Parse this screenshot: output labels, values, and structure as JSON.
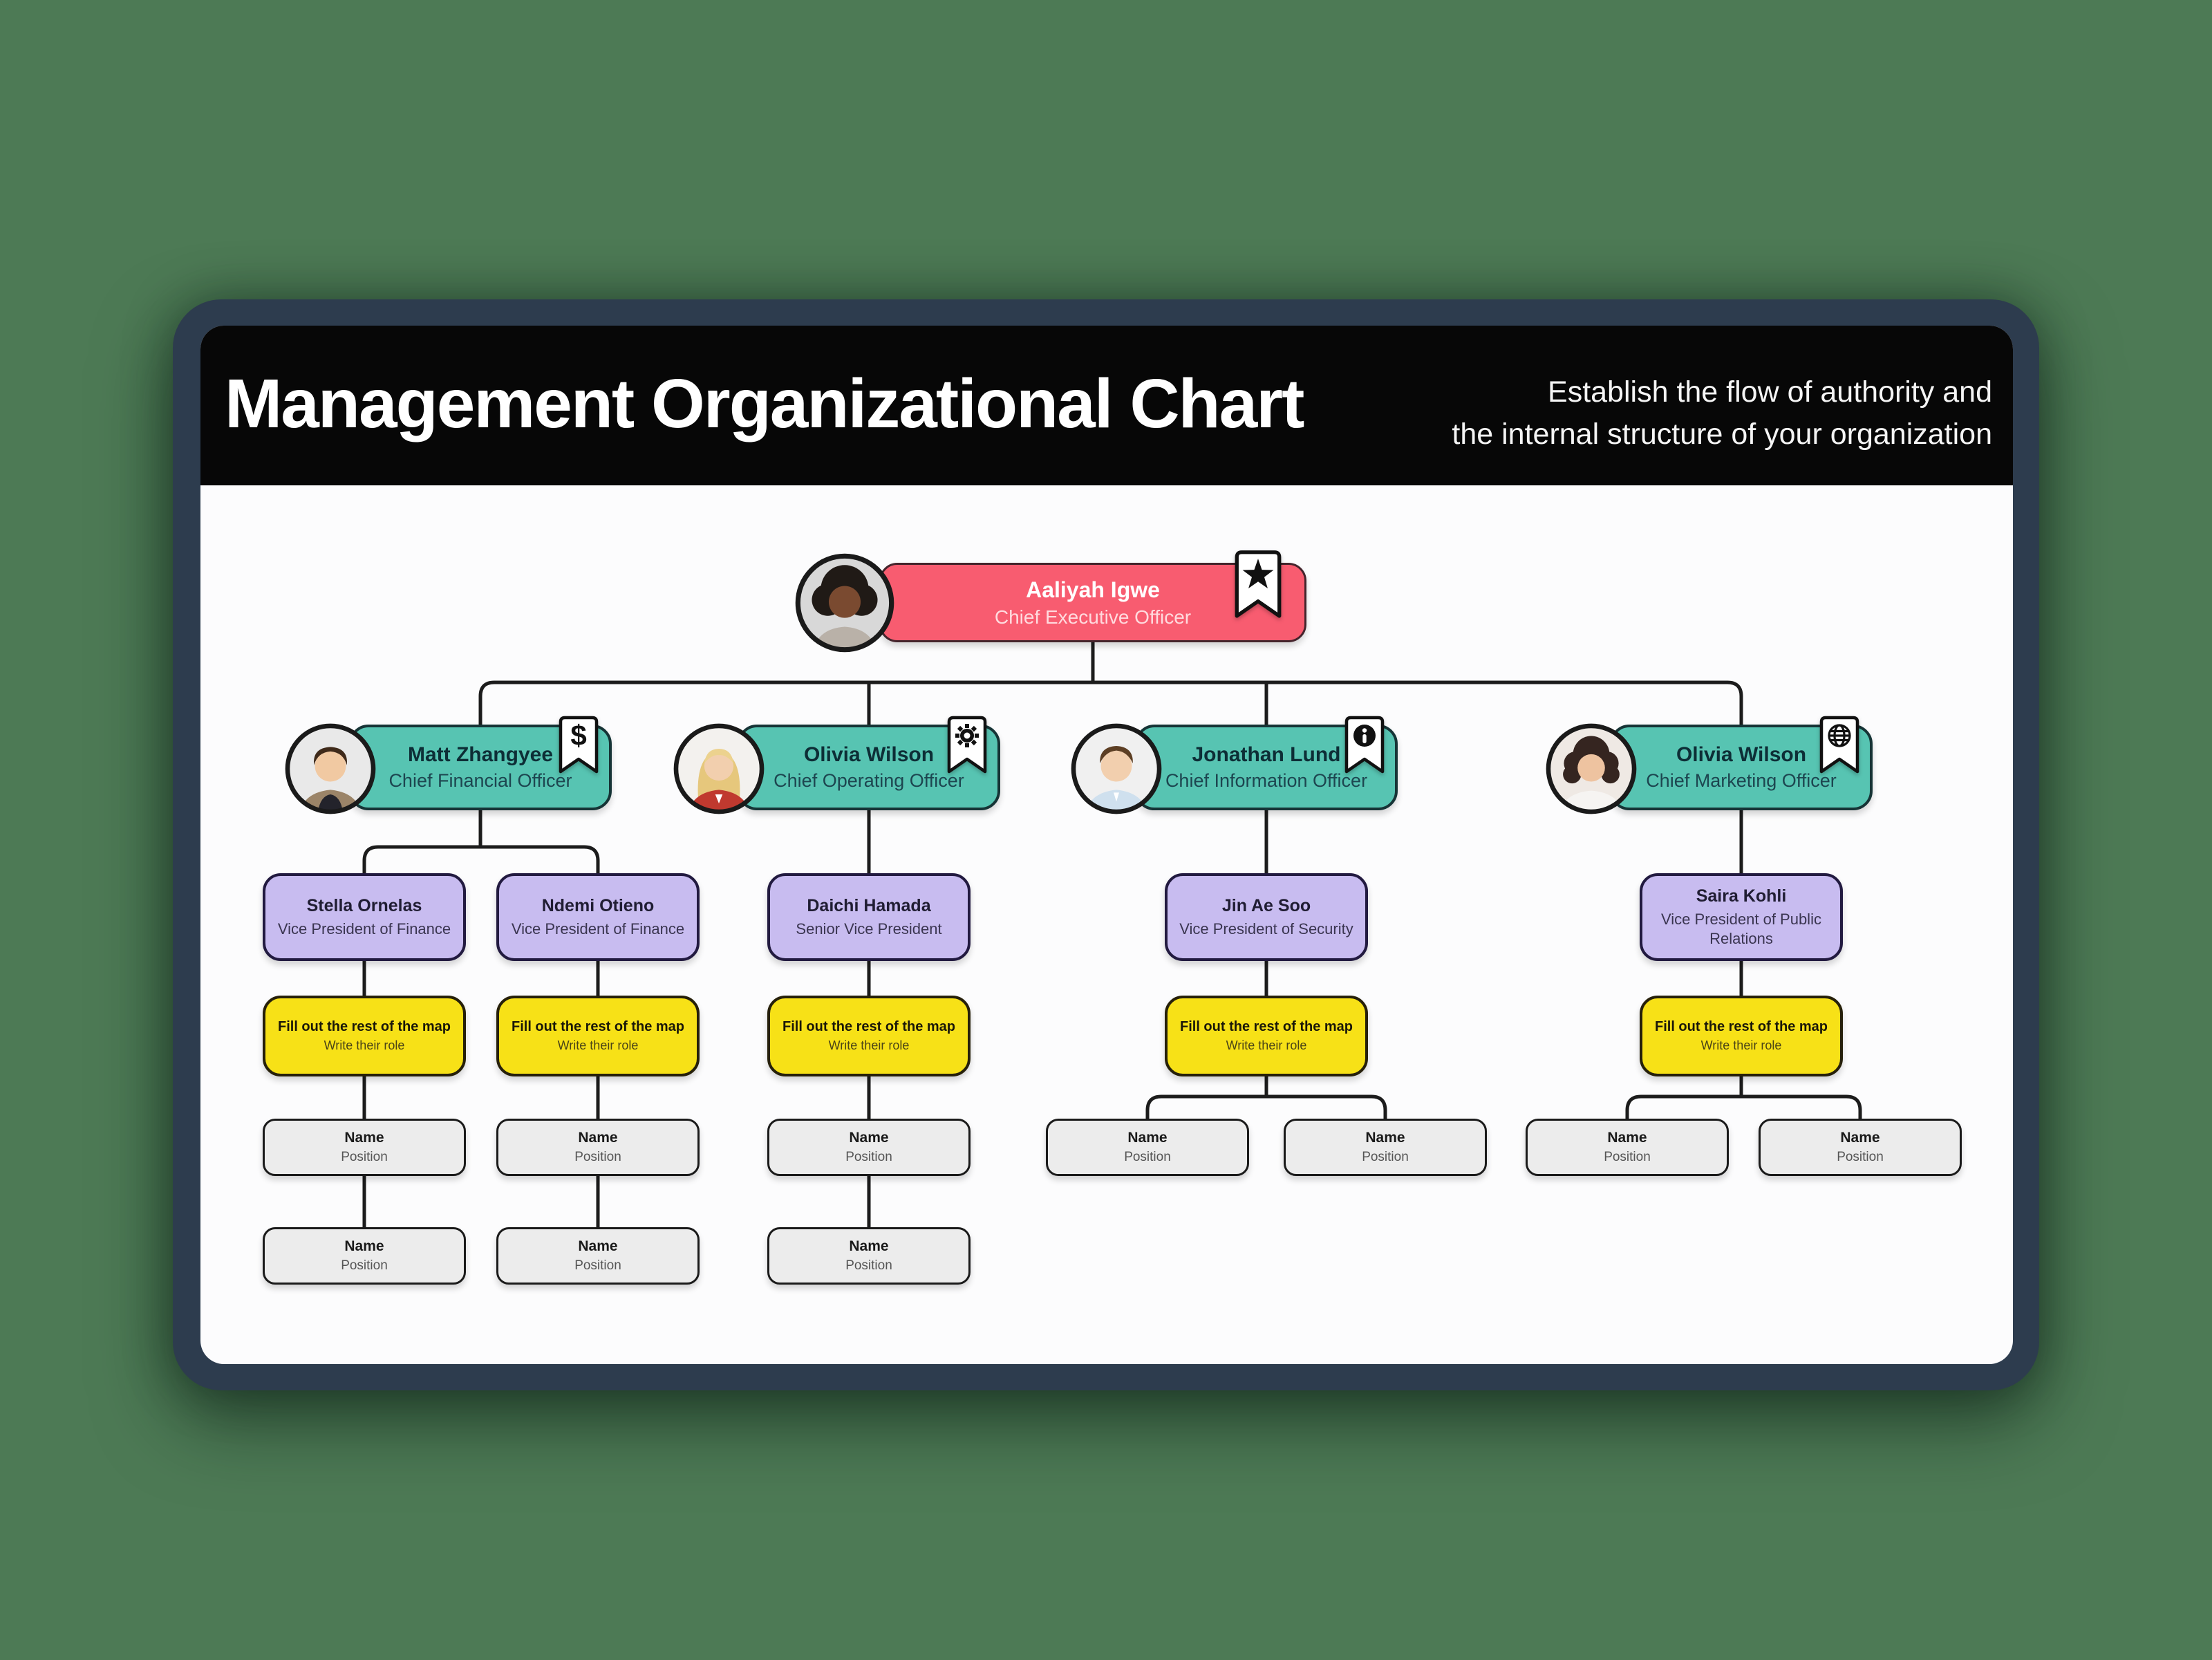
{
  "header": {
    "title": "Management Organizational Chart",
    "subtitle_line1": "Establish the flow of authority and",
    "subtitle_line2": "the internal structure of your organization"
  },
  "colors": {
    "page_background": "#4d7a55",
    "frame": "#2d3c4e",
    "header_bg": "#070707",
    "card_bg": "#fcfcfd",
    "ceo_node": "#f85c70",
    "executive_node": "#57c4b2",
    "vp_node": "#c8bcf0",
    "placeholder_node": "#f7e117",
    "empty_node": "#ececec"
  },
  "icons": {
    "dollar_glyph": "$"
  },
  "chart": {
    "ceo": {
      "name": "Aaliyah Igwe",
      "role": "Chief Executive Officer",
      "badge": "star"
    },
    "executives": [
      {
        "name": "Matt Zhangyee",
        "role": "Chief Financial Officer",
        "badge": "dollar",
        "vps": [
          {
            "name": "Stella Ornelas",
            "role": "Vice President of Finance"
          },
          {
            "name": "Ndemi Otieno",
            "role": "Vice President of Finance"
          }
        ]
      },
      {
        "name": "Olivia Wilson",
        "role": "Chief Operating Officer",
        "badge": "gear",
        "vps": [
          {
            "name": "Daichi Hamada",
            "role": "Senior Vice President"
          }
        ]
      },
      {
        "name": "Jonathan Lund",
        "role": "Chief Information Officer",
        "badge": "info",
        "vps": [
          {
            "name": "Jin Ae Soo",
            "role": "Vice President of Security"
          }
        ]
      },
      {
        "name": "Olivia Wilson",
        "role": "Chief Marketing Officer",
        "badge": "globe",
        "vps": [
          {
            "name": "Saira Kohli",
            "role": "Vice President of Public Relations"
          }
        ]
      }
    ],
    "placeholder_card": {
      "title": "Fill out the rest of the map",
      "subtitle": "Write their role"
    },
    "empty_card": {
      "name": "Name",
      "role": "Position"
    }
  }
}
